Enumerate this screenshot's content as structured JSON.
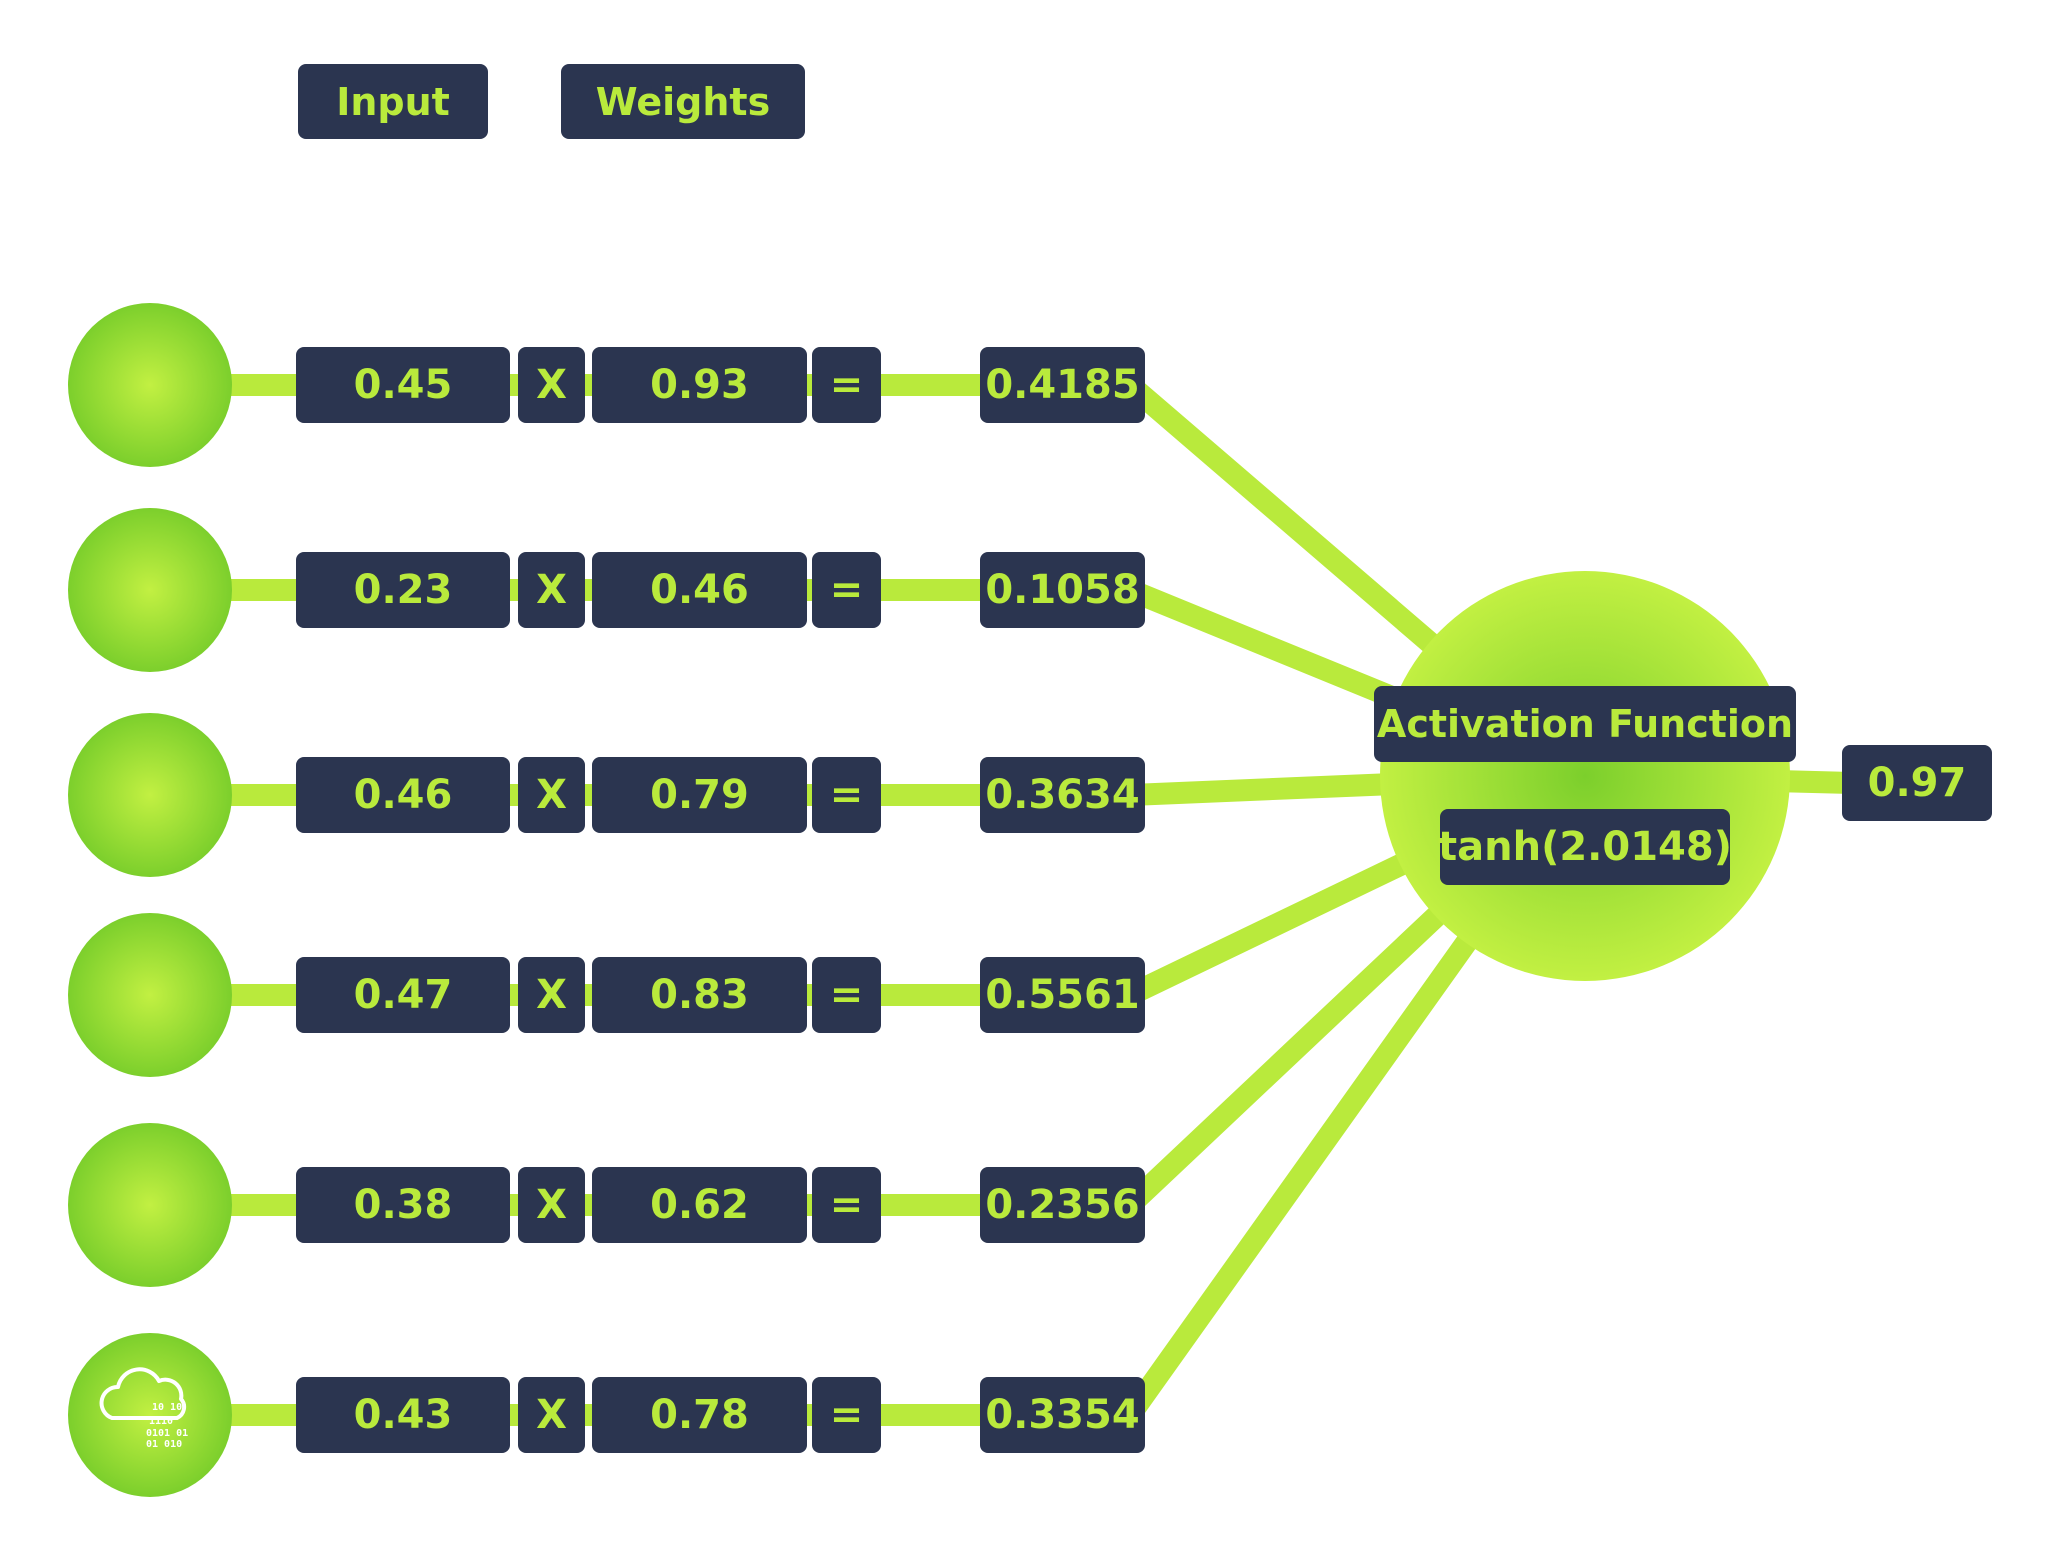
{
  "colors": {
    "box_fill": "#2b3550",
    "text_accent": "#b9ea3c",
    "line": "#b9ea3c",
    "node_light": "#c2f042",
    "node_dark": "#7ccf2c",
    "background": "#ffffff"
  },
  "headers": {
    "input": "Input",
    "weights": "Weights"
  },
  "operators": {
    "multiply": "X",
    "equals": "="
  },
  "rows": [
    {
      "input": "0.45",
      "weight": "0.93",
      "product": "0.4185"
    },
    {
      "input": "0.23",
      "weight": "0.46",
      "product": "0.1058"
    },
    {
      "input": "0.46",
      "weight": "0.79",
      "product": "0.3634"
    },
    {
      "input": "0.47",
      "weight": "0.83",
      "product": "0.5561"
    },
    {
      "input": "0.38",
      "weight": "0.62",
      "product": "0.2356"
    },
    {
      "input": "0.43",
      "weight": "0.78",
      "product": "0.3354"
    }
  ],
  "last_node_icon": "cloud-binary-icon",
  "activation": {
    "title": "Activation Function",
    "formula": "tanh(2.0148)"
  },
  "output": {
    "value": "0.97"
  }
}
